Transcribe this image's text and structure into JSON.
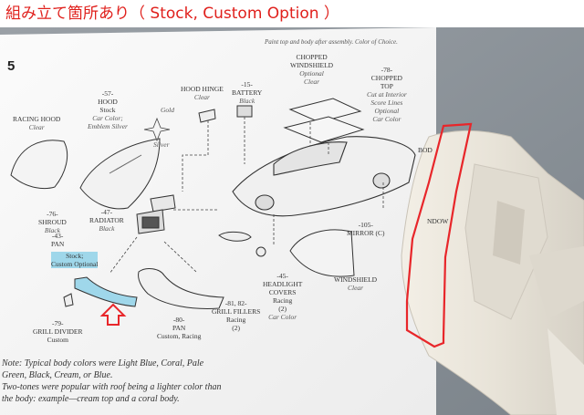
{
  "caption": "組み立て箇所あり（ Stock, Custom Option ）",
  "sheet": {
    "step_number": "5",
    "top_note": "Paint top and body after assembly. Color of Choice.",
    "labels": {
      "racing_hood": [
        "RACING HOOD",
        "Clear"
      ],
      "hood": [
        "-57-",
        "HOOD",
        "Stock",
        "Car Color;",
        "Emblem Silver"
      ],
      "gold": "Gold",
      "silver": "Silver",
      "hood_hinge": [
        "HOOD HINGE",
        "Clear"
      ],
      "battery": [
        "-15-",
        "BATTERY",
        "Black"
      ],
      "chopped_windshield": [
        "CHOPPED",
        "WINDSHIELD",
        "Optional",
        "Clear"
      ],
      "chopped_top": [
        "-78-",
        "CHOPPED",
        "TOP",
        "Cut at Interior",
        "Score Lines",
        "Optional",
        "Car Color"
      ],
      "shroud": [
        "-76-",
        "SHROUD",
        "Black"
      ],
      "radiator": [
        "-47-",
        "RADIATOR",
        "Black"
      ],
      "pan_small": [
        "-43-",
        "PAN"
      ],
      "stock_custom": [
        "Stock;",
        "Custom Optional"
      ],
      "mirror": [
        "-105-",
        "MIRROR (C)"
      ],
      "windshield": [
        "WINDSHIELD",
        "Clear"
      ],
      "headlight_covers": [
        "-45-",
        "HEADLIGHT",
        "COVERS",
        "Racing",
        "(2)",
        "Car Color"
      ],
      "grill_fillers": [
        "-81, 82-",
        "GRILL FILLERS",
        "Racing",
        "(2)"
      ],
      "pan_racing": [
        "-80-",
        "PAN",
        "Custom, Racing"
      ],
      "grill_divider": [
        "-79-",
        "GRILL DIVIDER",
        "Custom"
      ],
      "cut_body": "BOD",
      "cut_window": "NDOW"
    },
    "note_lines": [
      "Note: Typical body colors were Light Blue, Coral, Pale",
      "Green, Black, Cream, or Blue.",
      "Two-tones were popular with roof being a lighter color than",
      "the body: example—cream top and a coral body."
    ]
  },
  "colors": {
    "caption_text": "#e0201c",
    "highlight_outline": "#e8262a",
    "arrow": "#e8262a",
    "part_highlight": "#9fd7ea"
  }
}
